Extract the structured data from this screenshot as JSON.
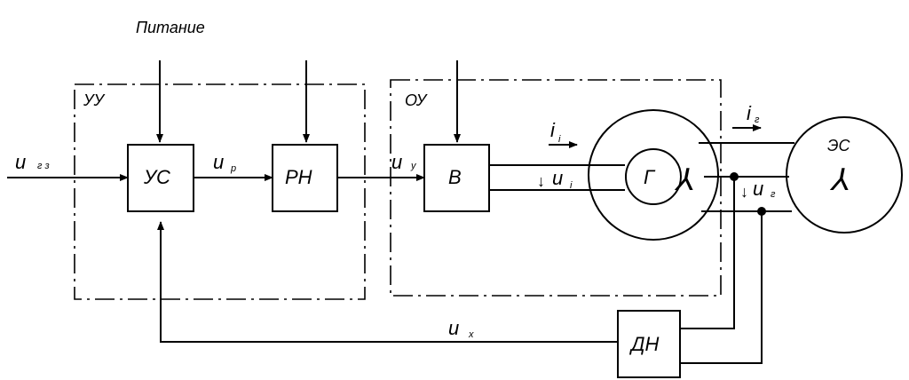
{
  "labels": {
    "power": "Питание",
    "control_unit": "УУ",
    "object": "ОУ",
    "uc_block": "УС",
    "rn_block": "РН",
    "v_block": "В",
    "g_block": "Г",
    "dn_block": "ДН",
    "es_block": "ЭС",
    "u_main": "u",
    "u_gz_sub": "г з",
    "u_p_sub": "р",
    "u_y_sub": "у",
    "i_main": "i",
    "i_sub": "i",
    "u_i_sub": "i",
    "i_g_sub": "г",
    "u_g_sub": "г",
    "u_x_sub": "х",
    "lambda": "⅄",
    "down_arrow": "↓"
  }
}
